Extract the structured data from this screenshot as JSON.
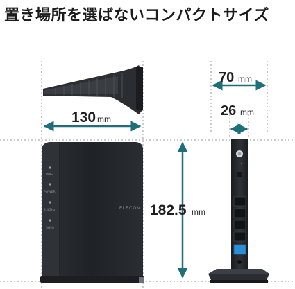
{
  "headline": "置き場所を選ばないコンパクトサイズ",
  "dimensions": {
    "width": {
      "value": "130",
      "unit": "mm"
    },
    "height": {
      "value": "182.5",
      "unit": "mm"
    },
    "depth": {
      "value": "70",
      "unit": "mm"
    },
    "base_depth": {
      "value": "26",
      "unit": "mm"
    }
  },
  "device": {
    "brand": "ELECOM",
    "led_labels": [
      "WPS",
      "POWER",
      "2.4GHz",
      "5GHz"
    ]
  },
  "colors": {
    "arrow": "#1e6f79",
    "device_body": "#24272b",
    "guide_line": "#9a9a9a",
    "port_blue": "#2a8fd6"
  }
}
